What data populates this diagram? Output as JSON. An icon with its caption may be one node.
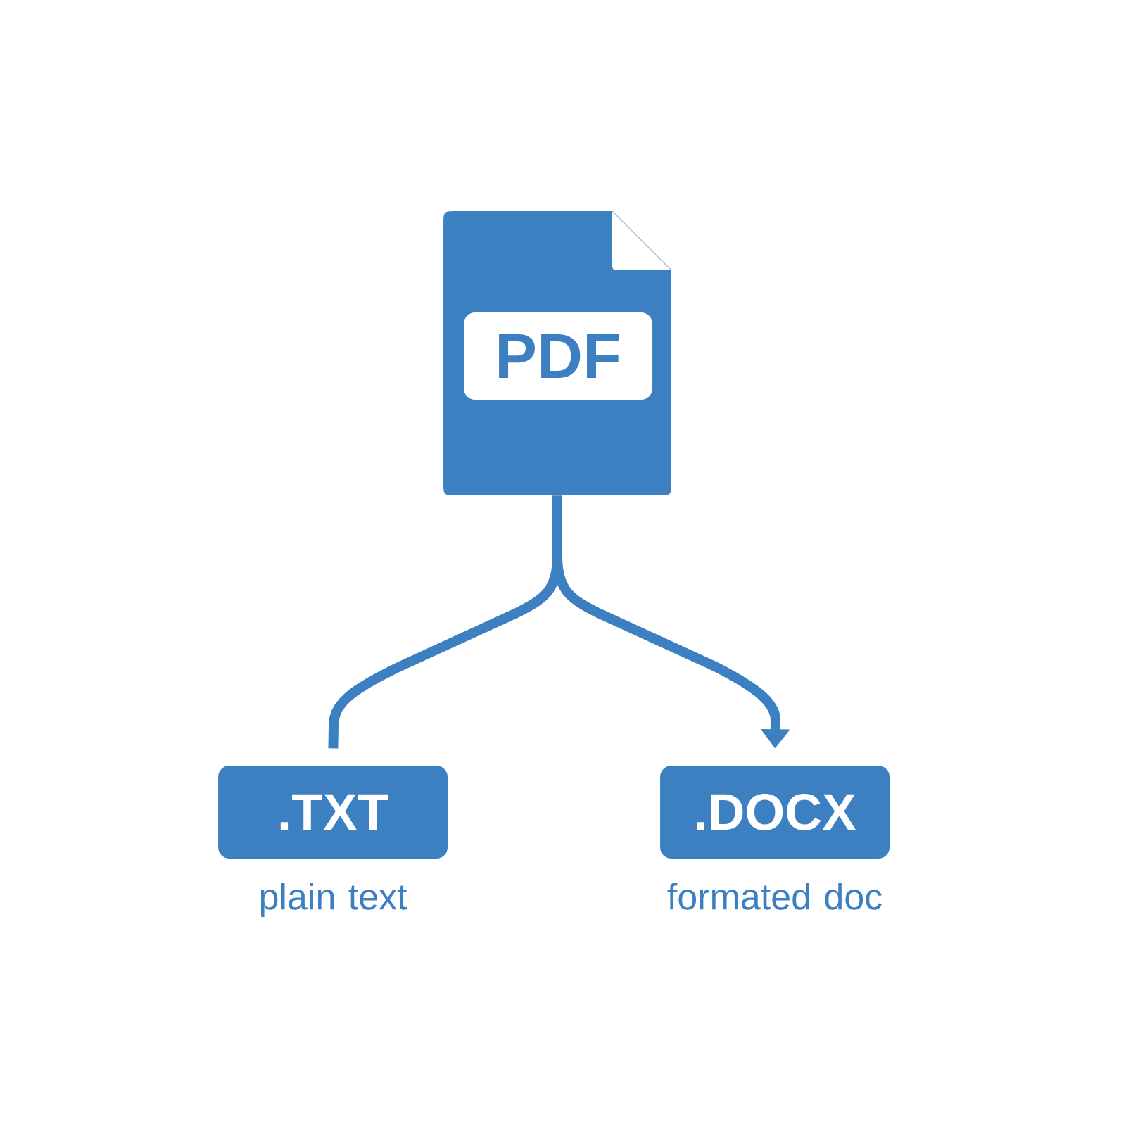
{
  "diagram": {
    "nodes": [
      {
        "text": [
          "PDF"
        ]
      },
      {
        "text": [
          ".TXT"
        ],
        "beside": [
          "plain text"
        ]
      },
      {
        "text": [
          ".DOCX"
        ],
        "beside": [
          "formated doc"
        ]
      }
    ],
    "edges": [
      {
        "from": 0,
        "to": 1,
        "arrow": "none"
      },
      {
        "from": 0,
        "to": 2,
        "arrow": "to"
      }
    ]
  }
}
